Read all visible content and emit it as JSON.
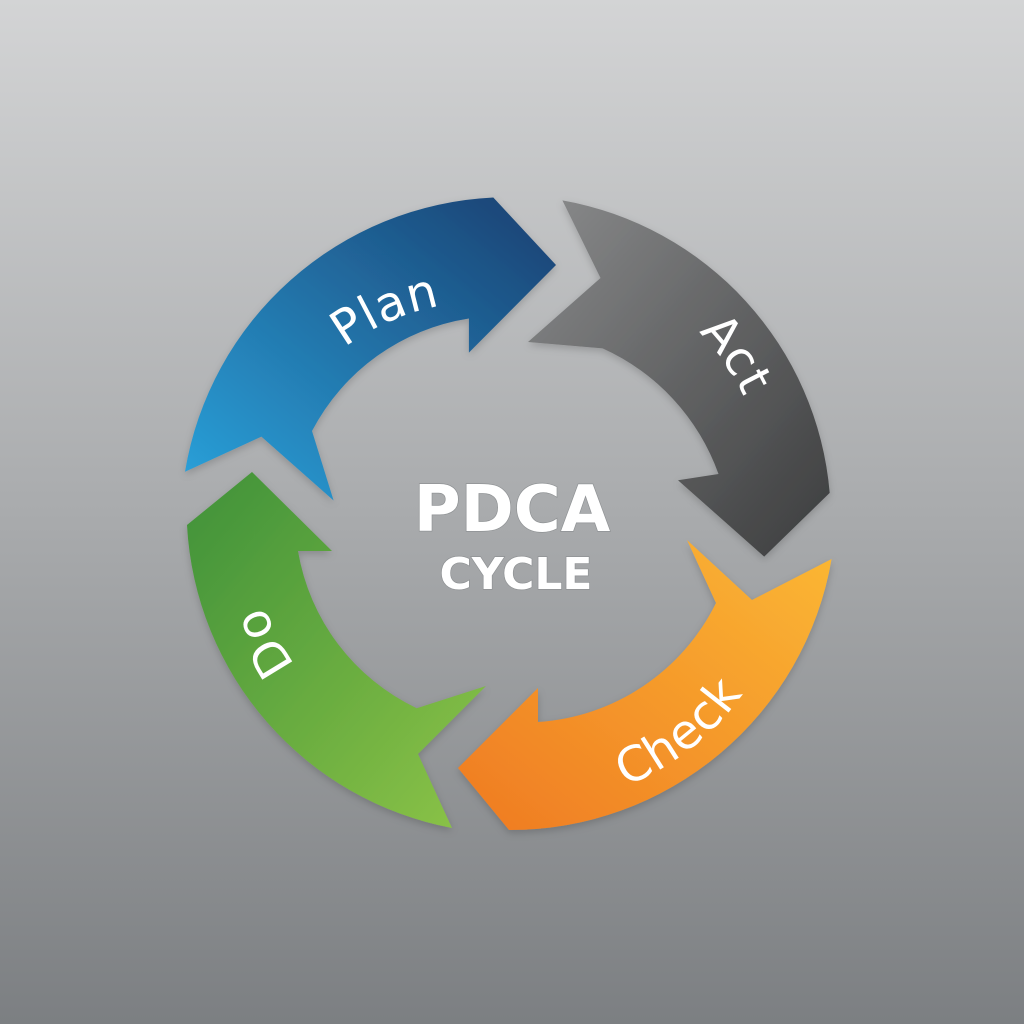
{
  "diagram": {
    "center": {
      "line1": "PDCA",
      "line2": "CYCLE"
    },
    "segments": [
      {
        "id": "plan",
        "label": "Plan",
        "color_start": "#2aa3dc",
        "color_end": "#1a3f70",
        "icon": "arrow-segment"
      },
      {
        "id": "act",
        "label": "Act",
        "color_start": "#8a8b8c",
        "color_end": "#3b3c3d",
        "icon": "arrow-segment"
      },
      {
        "id": "check",
        "label": "Check",
        "color_start": "#fbb834",
        "color_end": "#ef7a22",
        "icon": "arrow-segment"
      },
      {
        "id": "do",
        "label": "Do",
        "color_start": "#8dc447",
        "color_end": "#3f9139",
        "icon": "arrow-segment"
      }
    ],
    "colors": {
      "background_top": "#d3d4d5",
      "background_bottom": "#7c7f82",
      "text": "#ffffff"
    }
  }
}
